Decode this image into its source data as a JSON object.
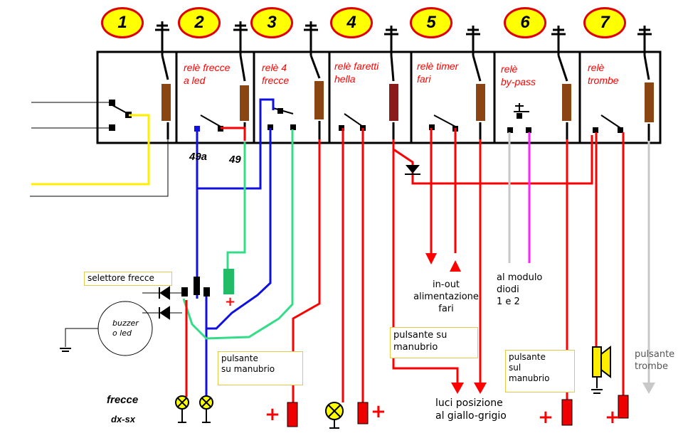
{
  "relays": [
    {
      "number": "1",
      "label": ""
    },
    {
      "number": "2",
      "label": "relè frecce\na led"
    },
    {
      "number": "3",
      "label": "relè 4\nfrecce"
    },
    {
      "number": "4",
      "label": "relè faretti\nhella"
    },
    {
      "number": "5",
      "label": "relè timer\nfari"
    },
    {
      "number": "6",
      "label": "relè\nby-pass"
    },
    {
      "number": "7",
      "label": "relè\ntrombe"
    }
  ],
  "terminals": {
    "t49a": "49a",
    "t49": "49"
  },
  "notes": {
    "selettore": "selettore frecce",
    "buzzer": "buzzer\no led",
    "frecce_title": "frecce",
    "frecce_sub": "dx-sx",
    "pulsante3": "pulsante\nsu manubrio",
    "inout": "in-out\nalimentazione\nfari",
    "pulsante5": "pulsante su\nmanubrio",
    "luci": "luci posizione\nal giallo-grigio",
    "modulo": "al modulo\ndiodi\n1 e 2",
    "pulsante6": "pulsante\nsul\nmanubrio",
    "pulsante_trombe": "pulsante\ntrombe"
  },
  "plus_sign": "+",
  "colors": {
    "relay_label": "#ff0000",
    "badge_fill": "#ffff00",
    "badge_border": "#e00000",
    "coil": "#8b4513",
    "wire_red": "#ff0000",
    "wire_blue": "#1010e0",
    "wire_green": "#33dd88",
    "wire_yellow": "#ffee00",
    "wire_grey": "#c8c8c8",
    "wire_magenta": "#ff22ff"
  }
}
